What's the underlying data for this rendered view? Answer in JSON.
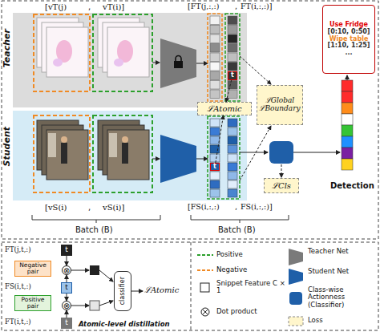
{
  "diagram": {
    "nodes": [
      {
        "text": [
          "t"
        ]
      },
      {
        "text": [
          "ℒAtomic"
        ]
      },
      {
        "text": [
          "ℒGlobal",
          "ℒBoundary"
        ]
      },
      {
        "text": [
          "Use Fridge",
          "[0:10, 0:50]",
          "Wipe table",
          "[1:10, 1:25]",
          "..."
        ]
      },
      {
        "text": [
          "t"
        ]
      },
      {
        "text": [
          "ℒCls"
        ]
      },
      {
        "text": [
          "t"
        ]
      },
      {
        "text": [
          "Negative pair"
        ]
      },
      {
        "text": [
          "⊗"
        ]
      },
      {
        "text": [
          "t"
        ]
      },
      {
        "text": [
          "Positive pair"
        ]
      },
      {
        "text": [
          "⊗"
        ]
      },
      {
        "text": [
          "t"
        ]
      },
      {
        "text": [
          "classifier"
        ]
      }
    ],
    "edges": [
      {
        "from": 0,
        "to": 1,
        "arrow": "to"
      },
      {
        "from": 4,
        "to": 1,
        "arrow": "to"
      },
      {
        "from": 6,
        "to": 8,
        "arrow": "to"
      },
      {
        "from": 9,
        "to": 8,
        "arrow": "to"
      },
      {
        "from": 9,
        "to": 11,
        "arrow": "to"
      },
      {
        "from": 12,
        "to": 11,
        "arrow": "to"
      }
    ],
    "labels": [
      "Teacher",
      "Student",
      "[vT(j)",
      ",",
      "vT(i)]",
      "[FT(j,:,:)",
      ",",
      "FT(i,:,:)]",
      "[vS(i)",
      ",",
      "vS(i)]",
      "[FS(i,:,:)",
      ",",
      "FS(i,:,:)]",
      "Batch (B)",
      "Batch (B)",
      "Detection",
      "FT(j,t,:)",
      "FS(i,t,:)",
      "FT(i,t,:)",
      "ℒAtomic",
      "Atomic-level distillation"
    ],
    "legend": [
      {
        "text": "Positive"
      },
      {
        "text": "Negative"
      },
      {
        "text": "Snippet Feature C × 1"
      },
      {
        "text": "Dot product"
      },
      {
        "text": "Teacher Net"
      },
      {
        "text": "Student Net"
      },
      {
        "text": "Class-wise Actionness (Classifier)"
      },
      {
        "text": "Loss"
      }
    ]
  }
}
